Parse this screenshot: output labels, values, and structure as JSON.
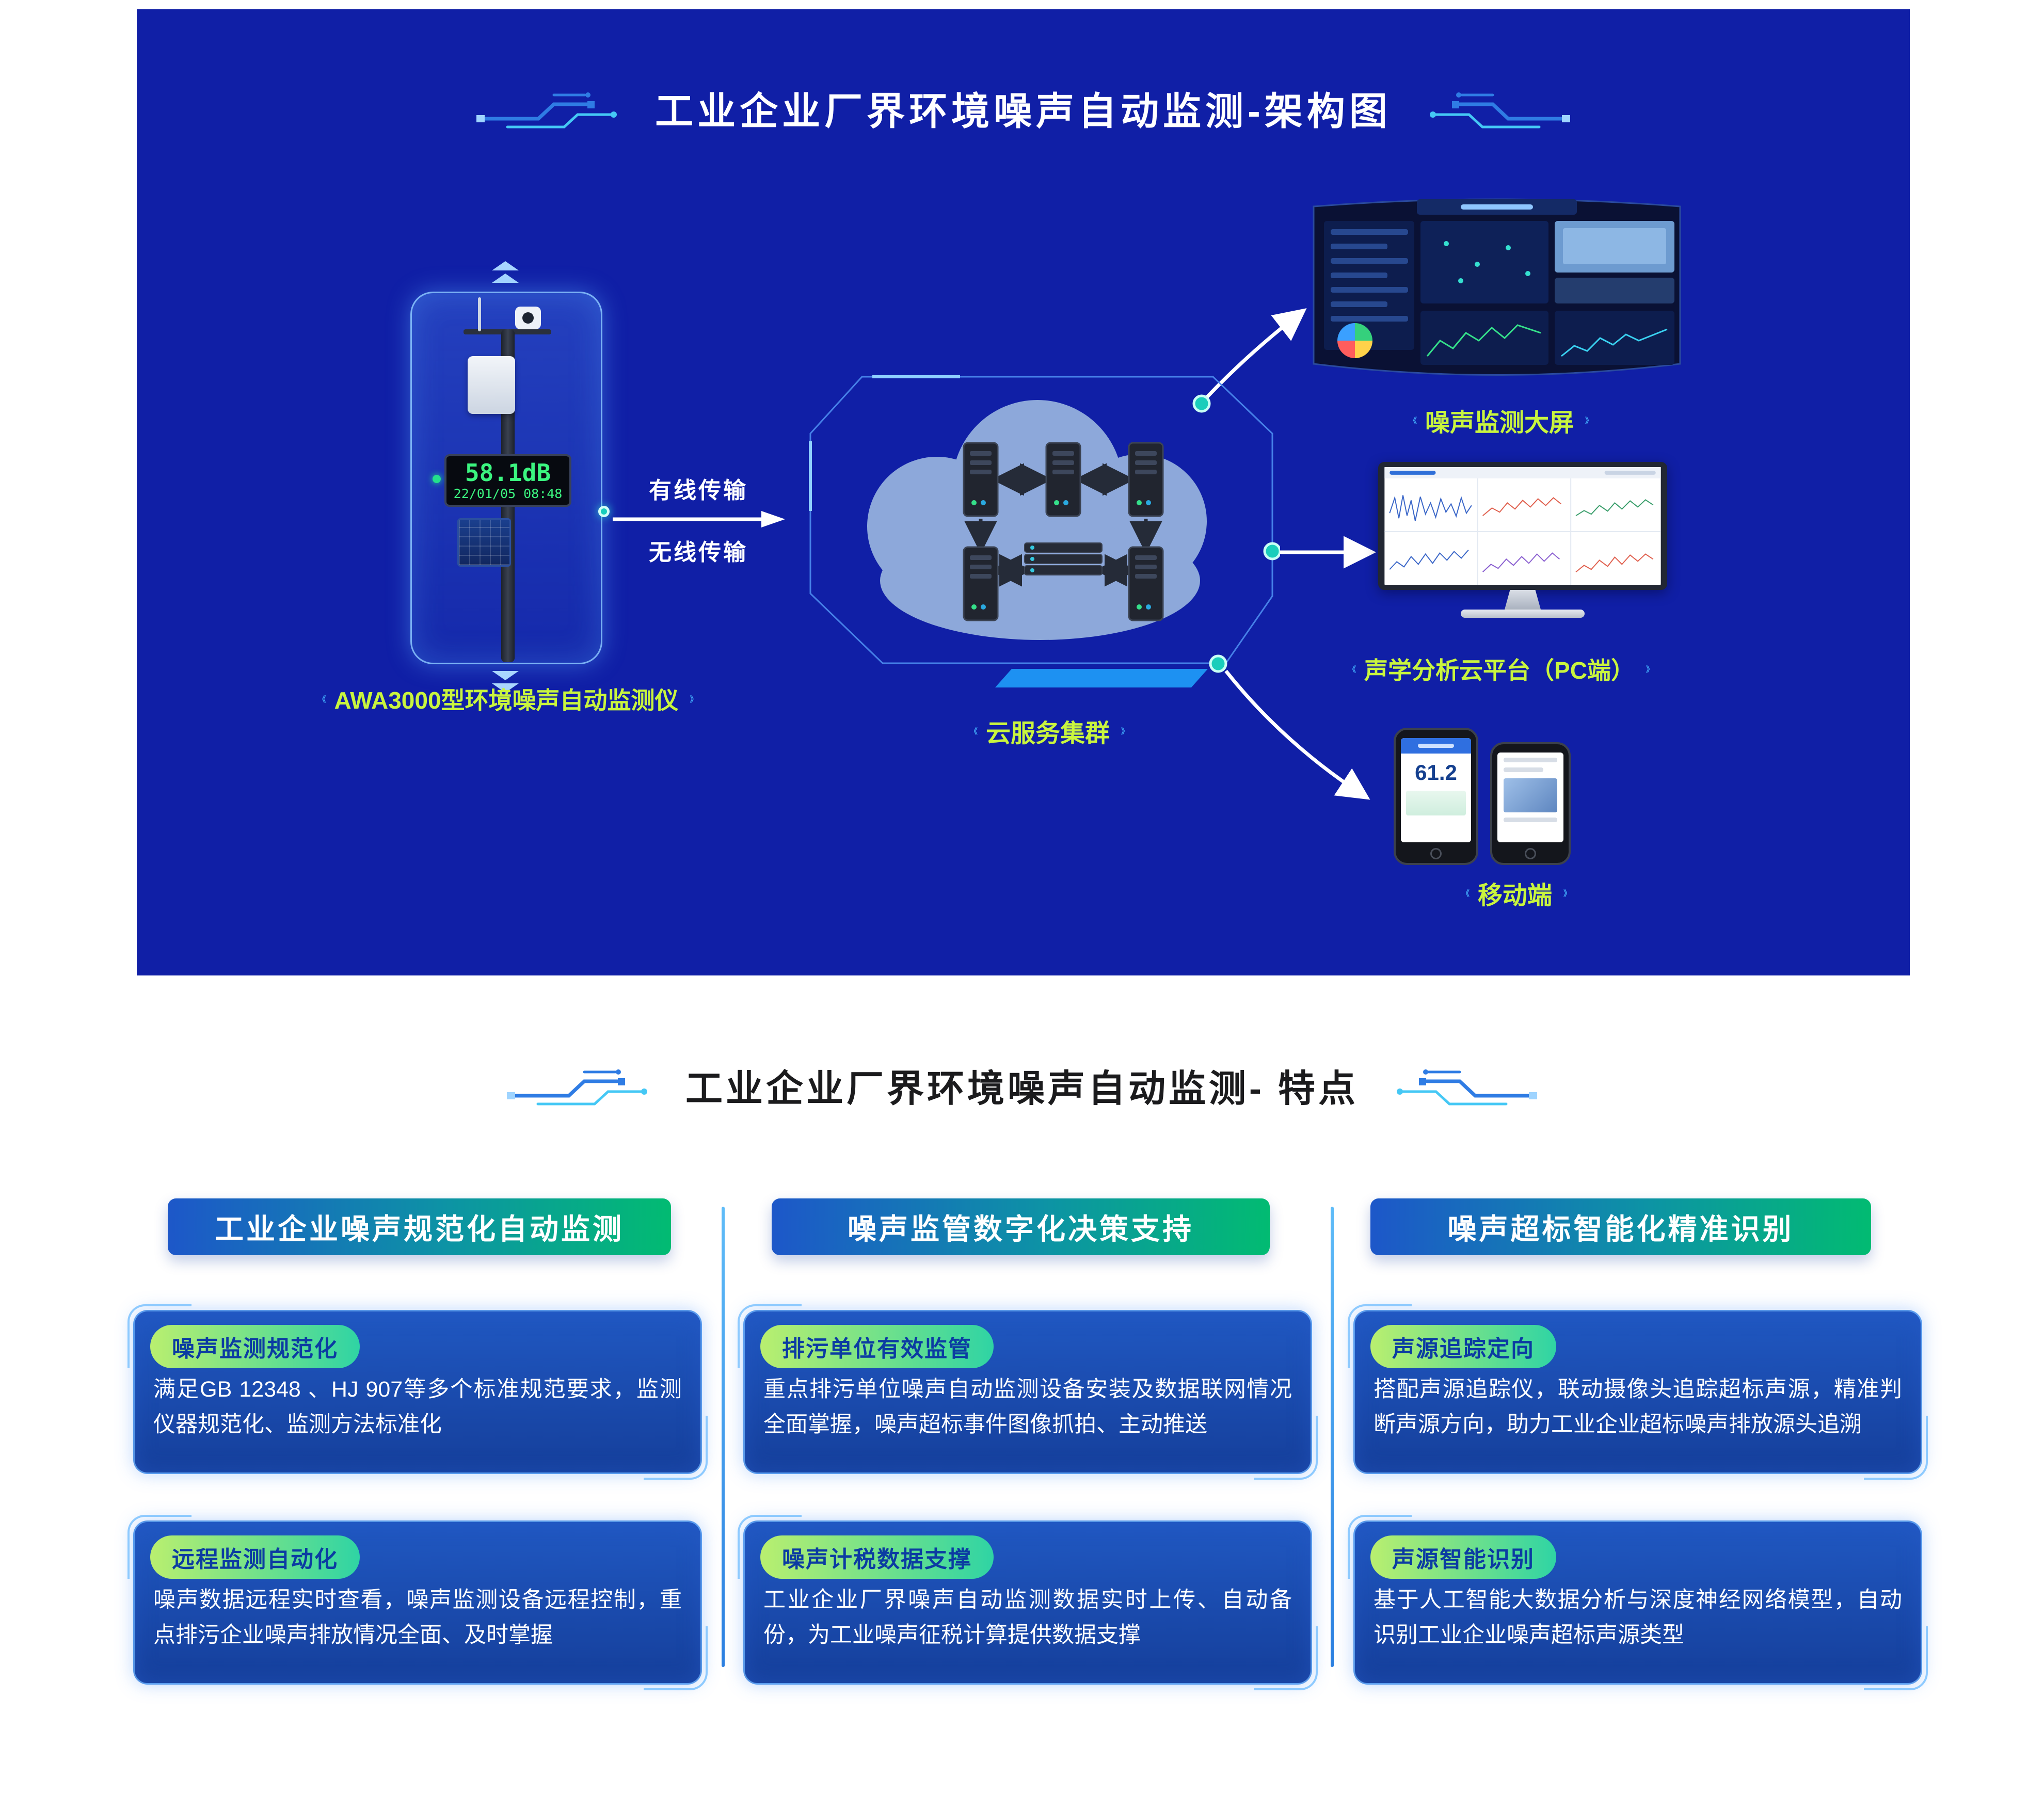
{
  "colors": {
    "panel_bg": "#101fa6",
    "label_green": "#c9f53e",
    "chevron_blue": "#3fa4f6",
    "led_green": "#3bf57f",
    "header_gradient_start": "#1d57c9",
    "header_gradient_end": "#02bb72",
    "tag_gradient_start": "#b9ef6f",
    "tag_gradient_end": "#2fd4a4",
    "card_bg": "#1a4cae",
    "card_border": "#6eb4ff",
    "divider_blue": "#4aa6f0",
    "cloud_fill": "#8da8da",
    "arrow_white": "#ffffff"
  },
  "architecture": {
    "title": "工业企业厂界环境噪声自动监测-架构图",
    "chevron_open": "《",
    "chevron_close": "》",
    "device": {
      "display_reading": "58.1dB",
      "display_datetime": "22/01/05 08:48",
      "label": "AWA3000型环境噪声自动监测仪"
    },
    "transmission": {
      "wired": "有线传输",
      "wireless": "无线传输"
    },
    "cloud": {
      "label": "云服务集群"
    },
    "outputs": {
      "big_screen": {
        "label": "噪声监测大屏"
      },
      "pc": {
        "label": "声学分析云平台（PC端）"
      },
      "mobile": {
        "label": "移动端",
        "phone_reading": "61.2"
      }
    }
  },
  "features": {
    "title": "工业企业厂界环境噪声自动监测- 特点",
    "columns": [
      {
        "header": "工业企业噪声规范化自动监测",
        "cards": [
          {
            "tag": "噪声监测规范化",
            "body": "满足GB 12348 、HJ 907等多个标准规范要求，监测仪器规范化、监测方法标准化"
          },
          {
            "tag": "远程监测自动化",
            "body": "噪声数据远程实时查看，噪声监测设备远程控制，重点排污企业噪声排放情况全面、及时掌握"
          }
        ]
      },
      {
        "header": "噪声监管数字化决策支持",
        "cards": [
          {
            "tag": "排污单位有效监管",
            "body": "重点排污单位噪声自动监测设备安装及数据联网情况全面掌握，噪声超标事件图像抓拍、主动推送"
          },
          {
            "tag": "噪声计税数据支撑",
            "body": "工业企业厂界噪声自动监测数据实时上传、自动备份，为工业噪声征税计算提供数据支撑"
          }
        ]
      },
      {
        "header": "噪声超标智能化精准识别",
        "cards": [
          {
            "tag": "声源追踪定向",
            "body": "搭配声源追踪仪，联动摄像头追踪超标声源，精准判断声源方向，助力工业企业超标噪声排放源头追溯"
          },
          {
            "tag": "声源智能识别",
            "body": "基于人工智能大数据分析与深度神经网络模型，自动识别工业企业噪声超标声源类型"
          }
        ]
      }
    ]
  }
}
